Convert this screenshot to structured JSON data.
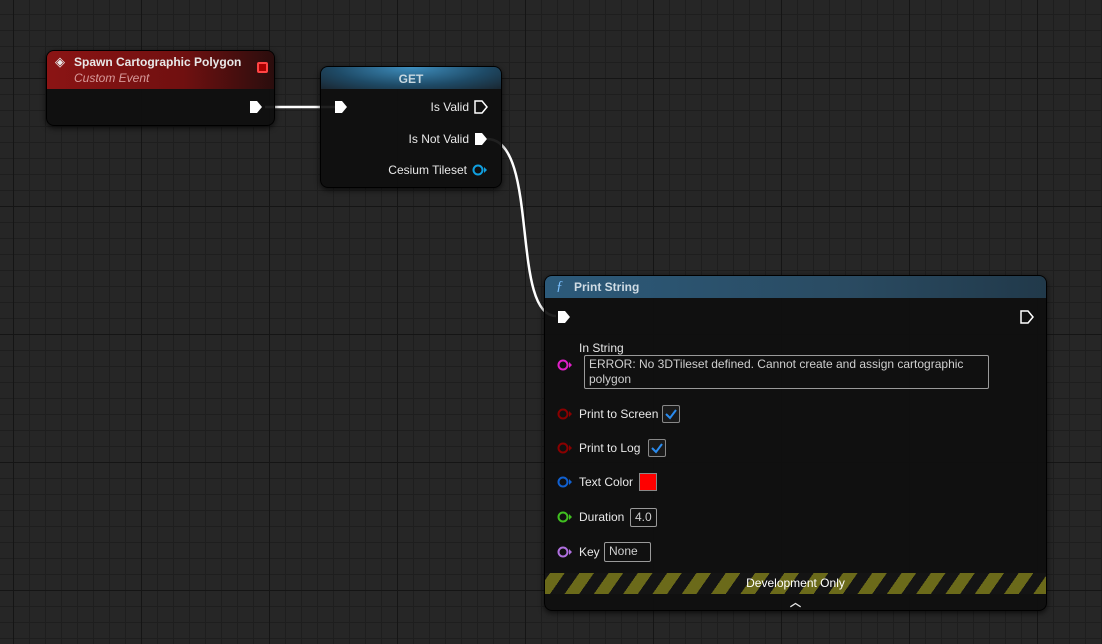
{
  "event_node": {
    "title": "Spawn Cartographic Polygon",
    "subtitle": "Custom Event",
    "header_color": "#8b1414"
  },
  "get_node": {
    "title": "GET",
    "outputs": {
      "is_valid": "Is Valid",
      "is_not_valid": "Is Not Valid",
      "cesium_tileset": "Cesium Tileset"
    }
  },
  "print_node": {
    "title": "Print String",
    "in_string_label": "In String",
    "in_string_value": "ERROR: No 3DTileset defined. Cannot create and assign cartographic polygon",
    "print_to_screen_label": "Print to Screen",
    "print_to_screen": true,
    "print_to_log_label": "Print to Log",
    "print_to_log": true,
    "text_color_label": "Text Color",
    "text_color": "#ff0000",
    "duration_label": "Duration",
    "duration": "4.0",
    "key_label": "Key",
    "key": "None",
    "footer": "Development Only"
  },
  "pin_colors": {
    "exec": "#ffffff",
    "string": "#e020c8",
    "bool": "#8a0000",
    "linear_color": "#1060d0",
    "float": "#40c020",
    "name": "#b070e0",
    "object": "#10a0e0"
  }
}
